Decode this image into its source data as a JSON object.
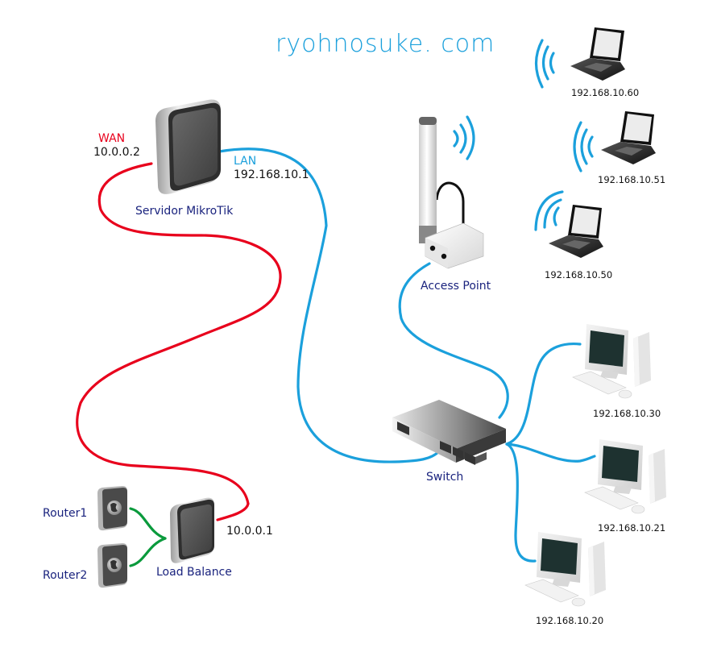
{
  "brand": {
    "text": "ryohnosuke. com",
    "color": "#1ba0dc"
  },
  "colors": {
    "wan_cable": "#e8001c",
    "lan_cable": "#1ba0dc",
    "router_cable": "#0a9a3c",
    "device_label": "#1a237e",
    "ip_label": "#111111"
  },
  "devices": {
    "mikrotik": {
      "label": "Servidor MikroTik",
      "wan_label": "WAN",
      "wan_ip": "10.0.0.2",
      "lan_label": "LAN",
      "lan_ip": "192.168.10.1",
      "icon": "server-icon"
    },
    "access_point": {
      "label": "Access Point",
      "icon": "antenna-icon"
    },
    "switch": {
      "label": "Switch",
      "icon": "switch-icon"
    },
    "load_balance": {
      "label": "Load Balance",
      "ip": "10.0.0.1",
      "icon": "server-icon"
    },
    "routers": [
      {
        "label": "Router1",
        "icon": "globe-router-icon"
      },
      {
        "label": "Router2",
        "icon": "globe-router-icon"
      }
    ],
    "laptops": [
      {
        "ip": "192.168.10.60",
        "icon": "laptop-icon"
      },
      {
        "ip": "192.168.10.51",
        "icon": "laptop-icon"
      },
      {
        "ip": "192.168.10.50",
        "icon": "laptop-icon"
      }
    ],
    "desktops": [
      {
        "ip": "192.168.10.30",
        "icon": "desktop-icon"
      },
      {
        "ip": "192.168.10.21",
        "icon": "desktop-icon"
      },
      {
        "ip": "192.168.10.20",
        "icon": "desktop-icon"
      }
    ]
  }
}
